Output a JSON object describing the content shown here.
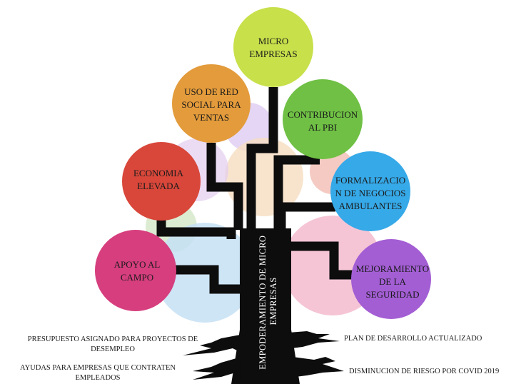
{
  "trunk": {
    "label": "EMPODERAMIENTO DE MICRO EMPRESAS"
  },
  "nodes": {
    "micro": {
      "lines": [
        "MICRO",
        "EMPRESAS"
      ],
      "color": "#c8e04a"
    },
    "red_social": {
      "lines": [
        "USO DE RED",
        "SOCIAL PARA",
        "VENTAS"
      ],
      "color": "#e39b3b"
    },
    "contribucion": {
      "lines": [
        "CONTRIBUCION",
        "AL PBI"
      ],
      "color": "#6fc044"
    },
    "economia": {
      "lines": [
        "ECONOMIA",
        "ELEVADA"
      ],
      "color": "#d8473a"
    },
    "formalizacion": {
      "lines": [
        "FORMALIZACIO",
        "N DE NEGOCIOS",
        "AMBULANTES"
      ],
      "color": "#36a9e8"
    },
    "apoyo": {
      "lines": [
        "APOYO AL",
        "CAMPO"
      ],
      "color": "#d63e7e"
    },
    "mejoramiento": {
      "lines": [
        "MEJORAMIENTO",
        "DE LA",
        "SEGURIDAD"
      ],
      "color": "#a35ed4"
    }
  },
  "roots": {
    "presupuesto": {
      "lines": [
        "PRESUPUESTO ASIGNADO PARA PROYECTOS DE",
        "DESEMPLEO"
      ]
    },
    "ayudas": {
      "lines": [
        "AYUDAS PARA EMPRESAS QUE CONTRATEN",
        "EMPLEADOS"
      ]
    },
    "plan": {
      "lines": [
        "PLAN DE DESARROLLO ACTUALIZADO"
      ]
    },
    "disminucion": {
      "lines": [
        "DISMINUCION DE RIESGO POR COVID 2019"
      ]
    }
  }
}
